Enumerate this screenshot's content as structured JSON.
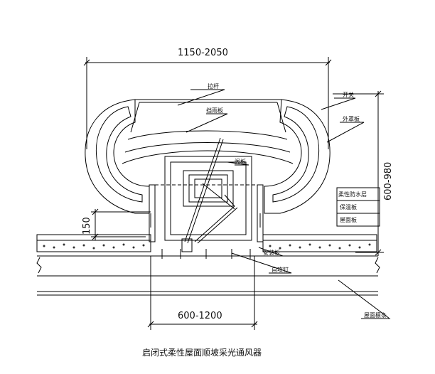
{
  "dimensions": {
    "top_width": "1150-2050",
    "bottom_width": "600-1200",
    "right_height": "600-980",
    "left_height": "150"
  },
  "labels": {
    "lagan": "拉杆",
    "dangbanban": "挡雨板",
    "kaiguan": "开关",
    "waizhaoban": "外罩板",
    "jiaoban": "阁板",
    "fangshui": "柔性防水层",
    "baowen": "保温板",
    "wumian": "屋面板",
    "anzhuang": "安装板",
    "zigongding": "自攻钉",
    "wumianliang": "屋面檩条"
  },
  "caption": "启闭式柔性屋面顺坡采光通风器"
}
